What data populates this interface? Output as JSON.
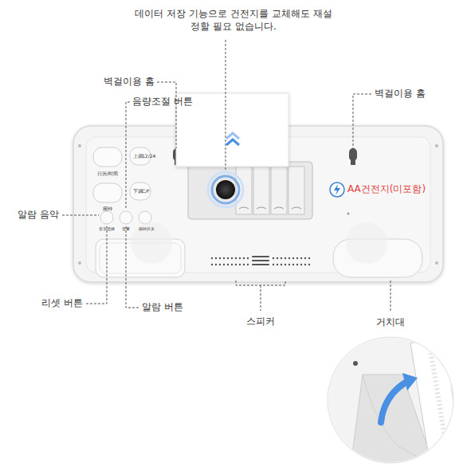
{
  "diagram": {
    "labels": [
      "데이터 저장 기능으로 건전지를 교체해도 재설정할 필요 없습니다.",
      "벽걸이용 홈",
      "음량조절 버튼",
      "벽걸이용 홈",
      "AA건전지(미포함)",
      "알람 음악",
      "日历/时间",
      "上调",
      "12/24",
      "闹钟",
      "下调",
      "C/F",
      "音乐选择",
      "音量",
      "闹钟开关",
      "리셋 버튼",
      "알람 버튼",
      "스피커",
      "거치대"
    ]
  }
}
